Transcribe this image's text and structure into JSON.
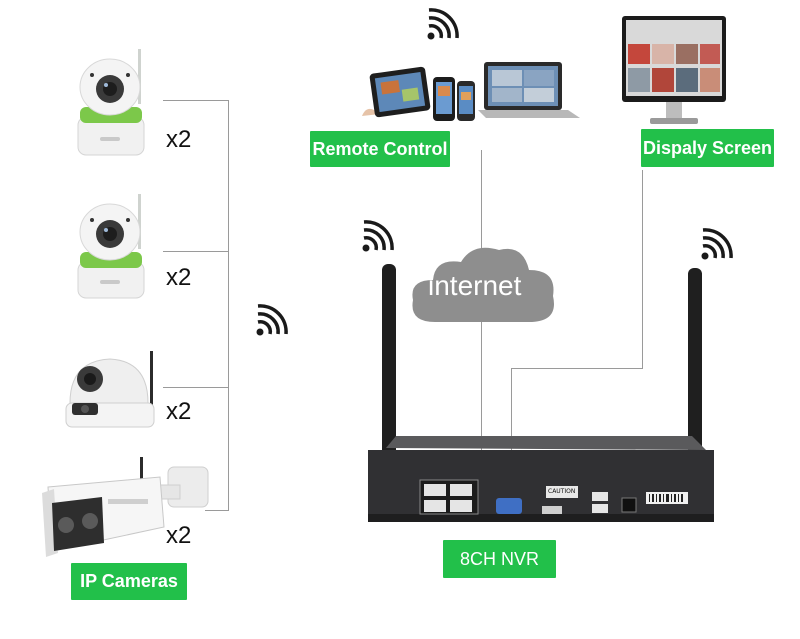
{
  "labels": {
    "remote_control": "Remote Control",
    "display_screen": "Dispaly Screen",
    "internet": "internet",
    "nvr": "8CH NVR",
    "ip_cameras": "IP Cameras",
    "caution": "CAUTION"
  },
  "cameras": [
    {
      "type": "pan-tilt indoor camera",
      "quantity": "x2"
    },
    {
      "type": "pan-tilt indoor camera",
      "quantity": "x2"
    },
    {
      "type": "dome camera",
      "quantity": "x2"
    },
    {
      "type": "bullet camera",
      "quantity": "x2"
    }
  ],
  "colors": {
    "label_green": "#22c04a",
    "cloud_gray": "#8c8c8c",
    "nvr_body": "#2e2e30",
    "camera_accent": "#6cc24a"
  },
  "icons": [
    "wifi-icon",
    "cloud-icon",
    "monitor-icon",
    "tablet-icon",
    "phone-icon",
    "laptop-icon"
  ]
}
